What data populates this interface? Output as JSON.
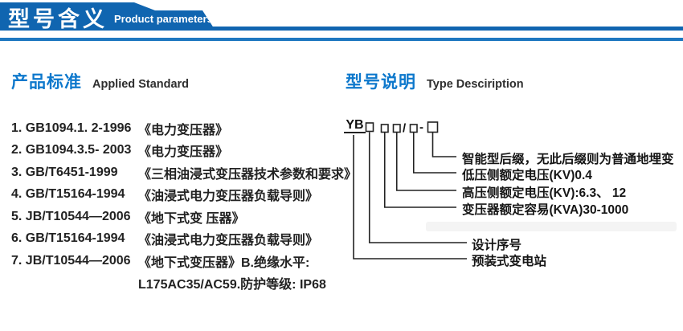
{
  "header": {
    "title": "型号含义",
    "subtitle": "Product parameters",
    "banner_color": "#1065b0",
    "rule_color": "#1e78c0"
  },
  "applied_standard": {
    "heading_zh": "产品标准",
    "heading_en": "Applied Standard",
    "heading_color": "#0d78cc",
    "items": [
      {
        "code": "1. GB1094.1. 2-1996",
        "title": "《电力变压器》"
      },
      {
        "code": "2. GB1094.3.5- 2003",
        "title": "《电力变压器》"
      },
      {
        "code": "3. GB/T6451-1999",
        "title": "《三相油浸式变压器技术参数和要求》"
      },
      {
        "code": "4. GB/T15164-1994",
        "title": "《油浸式电力变压器负载导则》"
      },
      {
        "code": "5. JB/T10544—2006",
        "title": "《地下式变 压器》"
      },
      {
        "code": "6. GB/T15164-1994",
        "title": "《油浸式电力变压器负载导则》"
      },
      {
        "code": "7. JB/T10544—2006",
        "title": "《地下式变压器》B.绝缘水平:"
      },
      {
        "code": "",
        "title": "L175AC35/AC59.防护等级: IP68"
      }
    ]
  },
  "type_description": {
    "heading_zh": "型号说明",
    "heading_en": "Type Desciription",
    "code_prefix": "YB",
    "slash": "/",
    "dash": "-",
    "labels": {
      "suffix": "智能型后缀，无此后缀则为普通地埋变",
      "lv": "低压侧额定电压(KV)0.4",
      "hv": "高压侧额定电压(KV):6.3、 12",
      "capacity": "变压器额定容易(KVA)30-1000",
      "design": "设计序号",
      "station": "预装式变电站"
    }
  }
}
